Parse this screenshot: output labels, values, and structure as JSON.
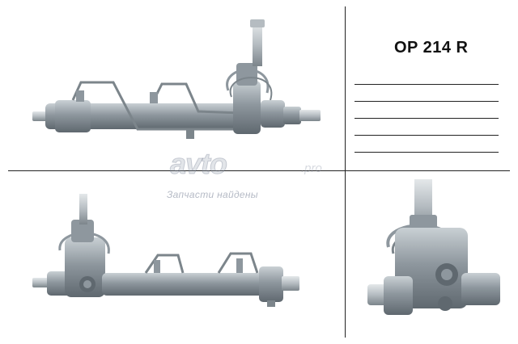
{
  "product": {
    "part_number": "OP 214 R"
  },
  "watermark": {
    "logo": "avto",
    "logo_suffix": ".pro",
    "caption": "Запчасти найдены"
  },
  "colors": {
    "metal": "#8e979e",
    "metal_dark": "#5f686f",
    "metal_light": "#c9d0d4",
    "background": "#ffffff",
    "lines": "#222222"
  }
}
